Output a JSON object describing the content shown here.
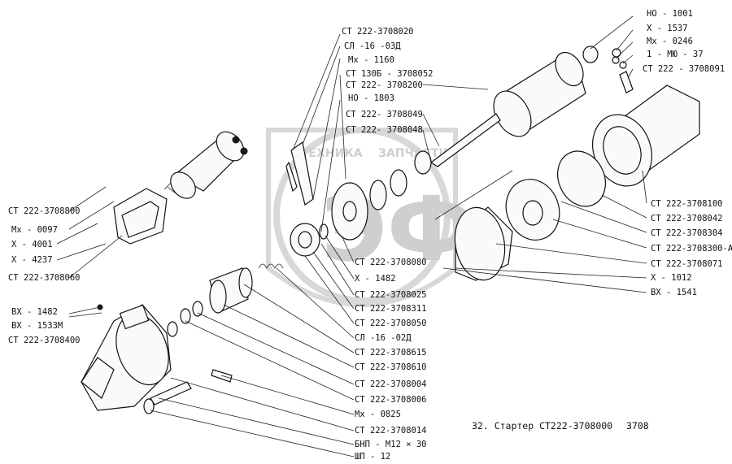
{
  "labels_left": [
    "СТ 222-3708800",
    "Мх - 0097",
    "Х - 4001",
    "Х - 4237",
    "СТ 222-3708060",
    "ВХ - 1482",
    "ВХ - 1533М",
    "СТ 222-3708400"
  ],
  "labels_top": [
    "СТ 222-3708020",
    "СЛ -16 -03Д",
    "Мх - 1160",
    "СТ 130Б - 3708052",
    "СТ 222- 3708200",
    "НО - 1803",
    "СТ 222- 3708049",
    "СТ 222- 3708048"
  ],
  "labels_top_right": [
    "НО - 1001",
    "Х - 1537",
    "Мх - 0246",
    "1 - МЮ - 37",
    "СТ 222 - 3708091"
  ],
  "labels_right": [
    "СТ 222-3708100",
    "СТ 222-3708042",
    "СТ 222-3708304",
    "СТ 222-3708300-А",
    "СТ 222-3708071",
    "Х - 1012",
    "ВХ - 1541"
  ],
  "labels_center": [
    "СТ 222-3708080",
    "Х - 1482",
    "СТ 222-3708025",
    "СТ 222-3708311",
    "СТ 222-3708050",
    "СЛ -16 -02Д",
    "СТ 222-3708615",
    "СТ 222-3708610",
    "СТ 222-3708004",
    "СТ 222-3708006",
    "Мх - 0825",
    "СТ 222-3708014",
    "БНП - М12 × 30",
    "ШП - 12"
  ],
  "caption": "32. Стартер СТ222-3708000",
  "caption_code": "3708",
  "watermark": {
    "top_left": "ТЕХНИКА",
    "top_right": "ЗАПЧАСТИ",
    "letters": "ЭФ"
  }
}
